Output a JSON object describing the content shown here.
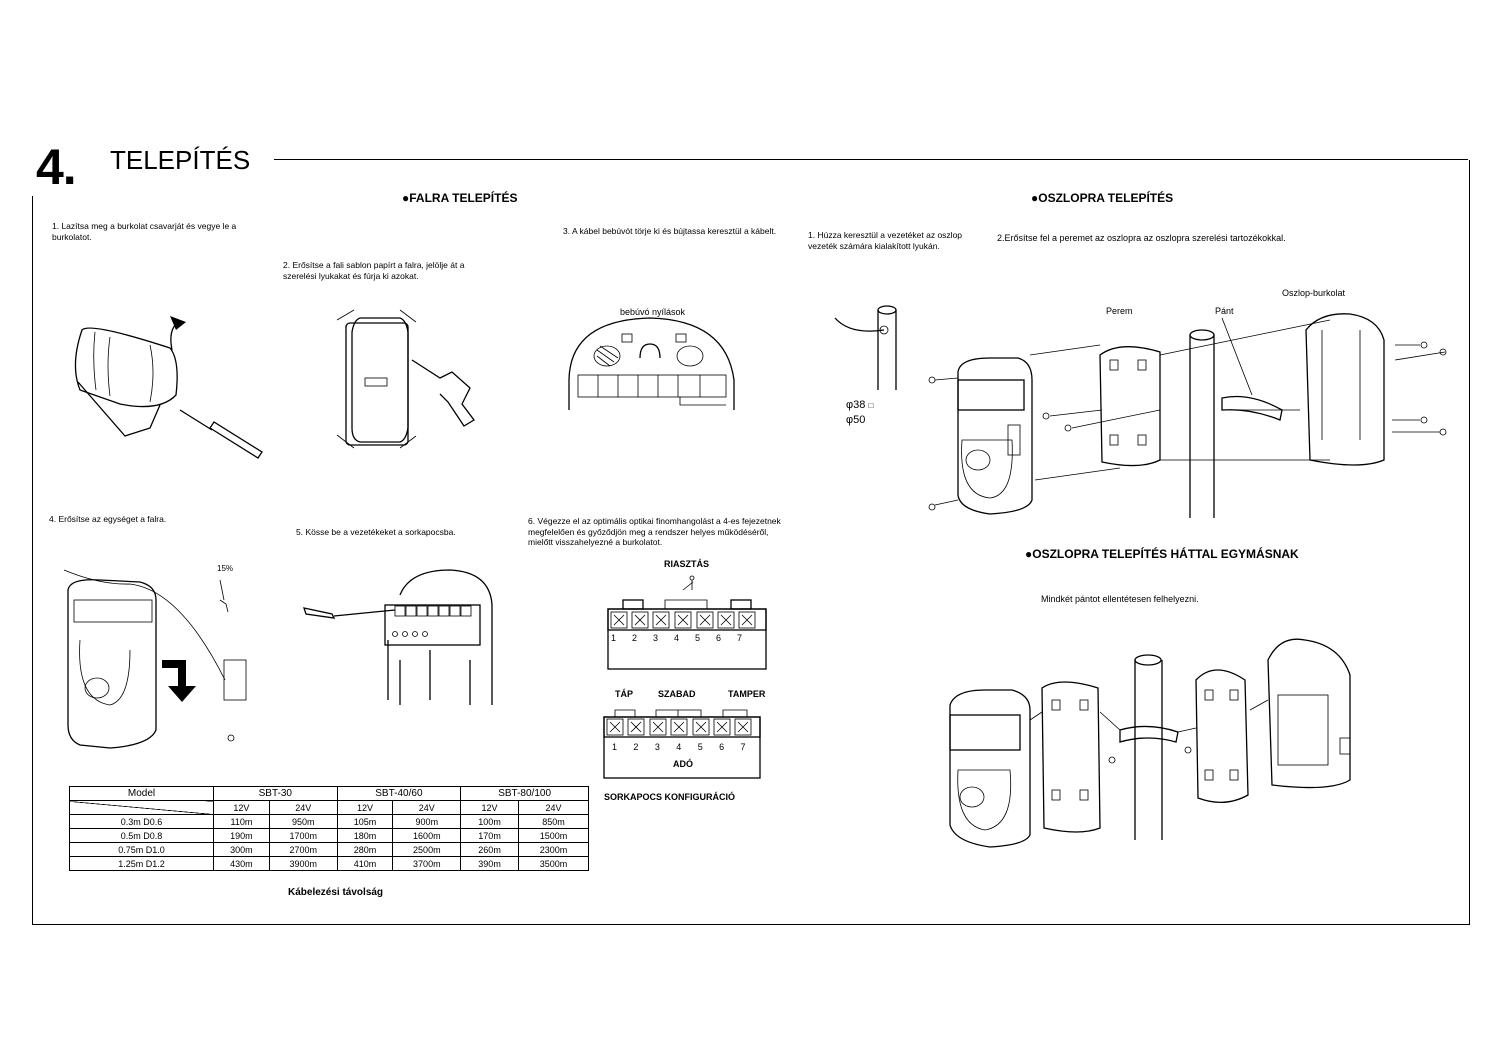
{
  "header": {
    "number": "4.",
    "title": "TELEPÍTÉS"
  },
  "sections": {
    "wall": "●FALRA TELEPÍTÉS",
    "pole": "●OSZLOPRA TELEPÍTÉS",
    "pole_back": "●OSZLOPRA TELEPÍTÉS HÁTTAL EGYMÁSNAK"
  },
  "wall_steps": {
    "s1": "1. Lazítsa meg a burkolat csavarját és vegye le a burkolatot.",
    "s2": "2. Erősítse a fali sablon papírt a falra, jelölje át a szerelési lyukakat és fúrja ki azokat.",
    "s3": "3. A kábel bebúvót törje ki és bújtassa keresztül a kábelt.",
    "s4": "4. Erősítse az egységet a falra.",
    "s5": "5. Kösse be a vezetékeket a sorkapocsba.",
    "s6": "6. Végezze el az optimális optikai finomhangolást a 4-es fejezetnek megfelelően és győződjön meg a rendszer helyes működéséről, mielőtt visszahelyezné a burkolatot."
  },
  "wall_labels": {
    "knockouts": "bebúvó nyílások",
    "angle": "15%"
  },
  "pole_steps": {
    "s1": "1. Húzza keresztül a vezetéket az oszlop vezeték számára kialakított lyukán.",
    "s2": "2.Erősítse fel a peremet az oszlopra az oszlopra szerelési tartozékokkal.",
    "back_note": "Mindkét pántot ellentétesen felhelyezni."
  },
  "pole_labels": {
    "perem": "Perem",
    "pant": "Pánt",
    "cover": "Oszlop-burkolat",
    "d1": "φ38",
    "d2": "φ50"
  },
  "terminals": {
    "alarm_label": "RIASZTÁS",
    "rx_numbers": [
      "1",
      "2",
      "3",
      "4",
      "5",
      "6",
      "7"
    ],
    "tx_power": "TÁP",
    "tx_free": "SZABAD",
    "tx_tamper": "TAMPER",
    "tx_numbers": [
      "1",
      "2",
      "3",
      "4",
      "5",
      "6",
      "7"
    ],
    "tx_label": "ADÓ",
    "caption": "SORKAPOCS KONFIGURÁCIÓ"
  },
  "cable_table": {
    "col_model": "Model",
    "groups": [
      "SBT-30",
      "SBT-40/60",
      "SBT-80/100"
    ],
    "voltages": [
      "12V",
      "24V",
      "12V",
      "24V",
      "12V",
      "24V"
    ],
    "rows": [
      {
        "label": "0.3m   D0.6",
        "values": [
          "110m",
          "950m",
          "105m",
          "900m",
          "100m",
          "850m"
        ]
      },
      {
        "label": "0.5m   D0.8",
        "values": [
          "190m",
          "1700m",
          "180m",
          "1600m",
          "170m",
          "1500m"
        ]
      },
      {
        "label": "0.75m  D1.0",
        "values": [
          "300m",
          "2700m",
          "280m",
          "2500m",
          "260m",
          "2300m"
        ]
      },
      {
        "label": "1.25m  D1.2",
        "values": [
          "430m",
          "3900m",
          "410m",
          "3700m",
          "390m",
          "3500m"
        ]
      }
    ],
    "caption": "Kábelezési távolság"
  }
}
